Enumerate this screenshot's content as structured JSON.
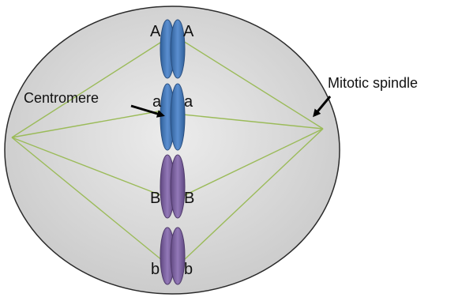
{
  "diagram": {
    "colors": {
      "cell_fill": "#d9d9d9",
      "cell_stroke": "#2a2a2a",
      "spindle": "#9bbb59",
      "chromosome_pair_1": "#4a7ebb",
      "chromosome_pair_2": "#8064a2",
      "label": "#111111"
    },
    "labels": {
      "centromere": "Centromere",
      "mitotic_spindle": "Mitotic spindle"
    },
    "alleles": {
      "A_left": "A",
      "A_right": "A",
      "a_left": "a",
      "a_right": "a",
      "B_left": "B",
      "B_right": "B",
      "b_left": "b",
      "b_right": "b"
    }
  }
}
